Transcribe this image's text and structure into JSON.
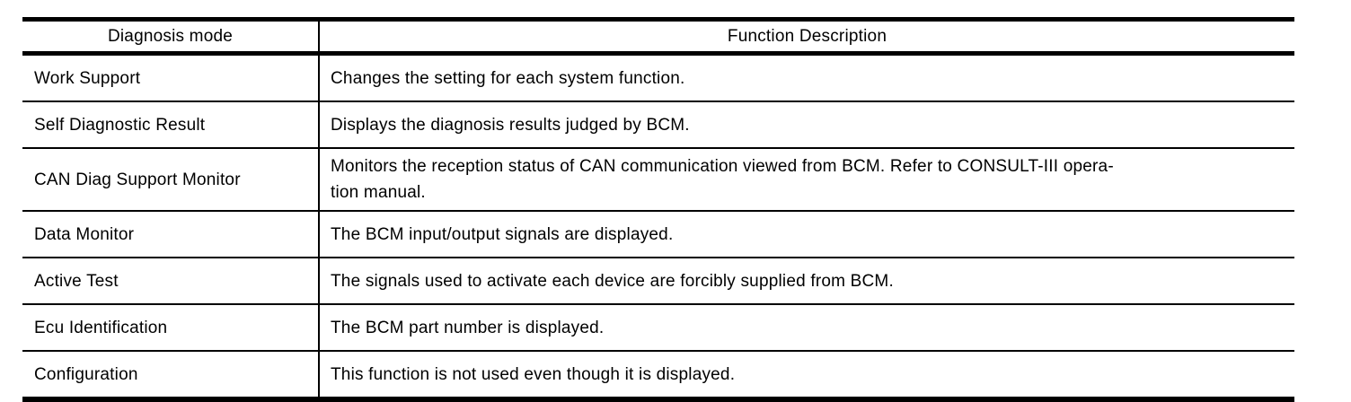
{
  "table": {
    "columns": {
      "diagnosis_mode": "Diagnosis mode",
      "function_description": "Function Description"
    },
    "rows": [
      {
        "mode": "Work Support",
        "description": "Changes the setting for each system function."
      },
      {
        "mode": "Self Diagnostic Result",
        "description": "Displays the diagnosis results judged by BCM."
      },
      {
        "mode": "CAN Diag Support Monitor",
        "description": "Monitors the reception status of CAN communication viewed from BCM. Refer to CONSULT-III opera-\ntion manual."
      },
      {
        "mode": "Data Monitor",
        "description": "The BCM input/output signals are displayed."
      },
      {
        "mode": "Active Test",
        "description": "The signals used to activate each device are forcibly supplied from BCM."
      },
      {
        "mode": "Ecu Identification",
        "description": "The BCM part number is displayed."
      },
      {
        "mode": "Configuration",
        "description": "This function is not used even though it is displayed."
      }
    ],
    "colors": {
      "border": "#000000",
      "text": "#000000",
      "background": "#ffffff"
    }
  }
}
